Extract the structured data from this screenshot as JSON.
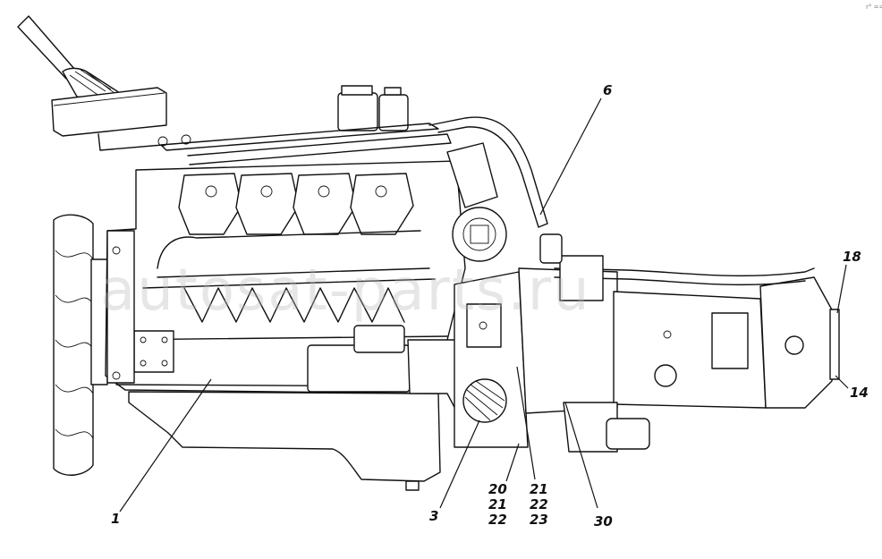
{
  "watermark": "autosat-parts.ru",
  "corner_mark": "r° ===",
  "callouts": [
    {
      "id": "1",
      "label": "1"
    },
    {
      "id": "3",
      "label": "3"
    },
    {
      "id": "6",
      "label": "6"
    },
    {
      "id": "14",
      "label": "14"
    },
    {
      "id": "18",
      "label": "18"
    },
    {
      "id": "20",
      "label": "20"
    },
    {
      "id": "21a",
      "label": "21"
    },
    {
      "id": "22a",
      "label": "22"
    },
    {
      "id": "21b",
      "label": "21"
    },
    {
      "id": "22b",
      "label": "22"
    },
    {
      "id": "23",
      "label": "23"
    },
    {
      "id": "30",
      "label": "30"
    }
  ]
}
